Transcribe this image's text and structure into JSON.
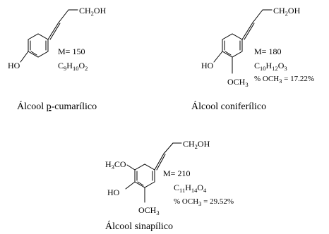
{
  "compounds": [
    {
      "name_prefix": "Álcool ",
      "name_underlined": "p",
      "name_suffix": "-cumarílico",
      "group_top": "CH",
      "group_top_sub": "2",
      "group_top_tail": "OH",
      "hydroxyl_left": "HO",
      "molar_mass": "M= 150",
      "formula": {
        "C": "C",
        "c_n": "9",
        "H": "H",
        "h_n": "10",
        "O": "O",
        "o_n": "2"
      }
    },
    {
      "name": "Álcool coniferílico",
      "group_top": "CH",
      "group_top_sub": "2",
      "group_top_tail": "OH",
      "hydroxyl_left": "HO",
      "methoxy_bottom": "OCH",
      "methoxy_bottom_sub": "3",
      "molar_mass": "M= 180",
      "formula": {
        "C": "C",
        "c_n": "10",
        "H": "H",
        "h_n": "12",
        "O": "O",
        "o_n": "3"
      },
      "och3_label": "% OCH",
      "och3_sub": "3",
      "och3_value": " = 17.22%"
    },
    {
      "name": "Álcool sinapílico",
      "group_top": "CH",
      "group_top_sub": "2",
      "group_top_tail": "OH",
      "methoxy_left": "H",
      "methoxy_left_sub": "3",
      "methoxy_left_tail": "CO",
      "hydroxyl_left": "HO",
      "methoxy_bottom": "OCH",
      "methoxy_bottom_sub": "3",
      "molar_mass": "M= 210",
      "formula": {
        "C": "C",
        "c_n": "11",
        "H": "H",
        "h_n": "14",
        "O": "O",
        "o_n": "4"
      },
      "och3_label": "% OCH",
      "och3_sub": "3",
      "och3_value": " = 29.52%"
    }
  ]
}
